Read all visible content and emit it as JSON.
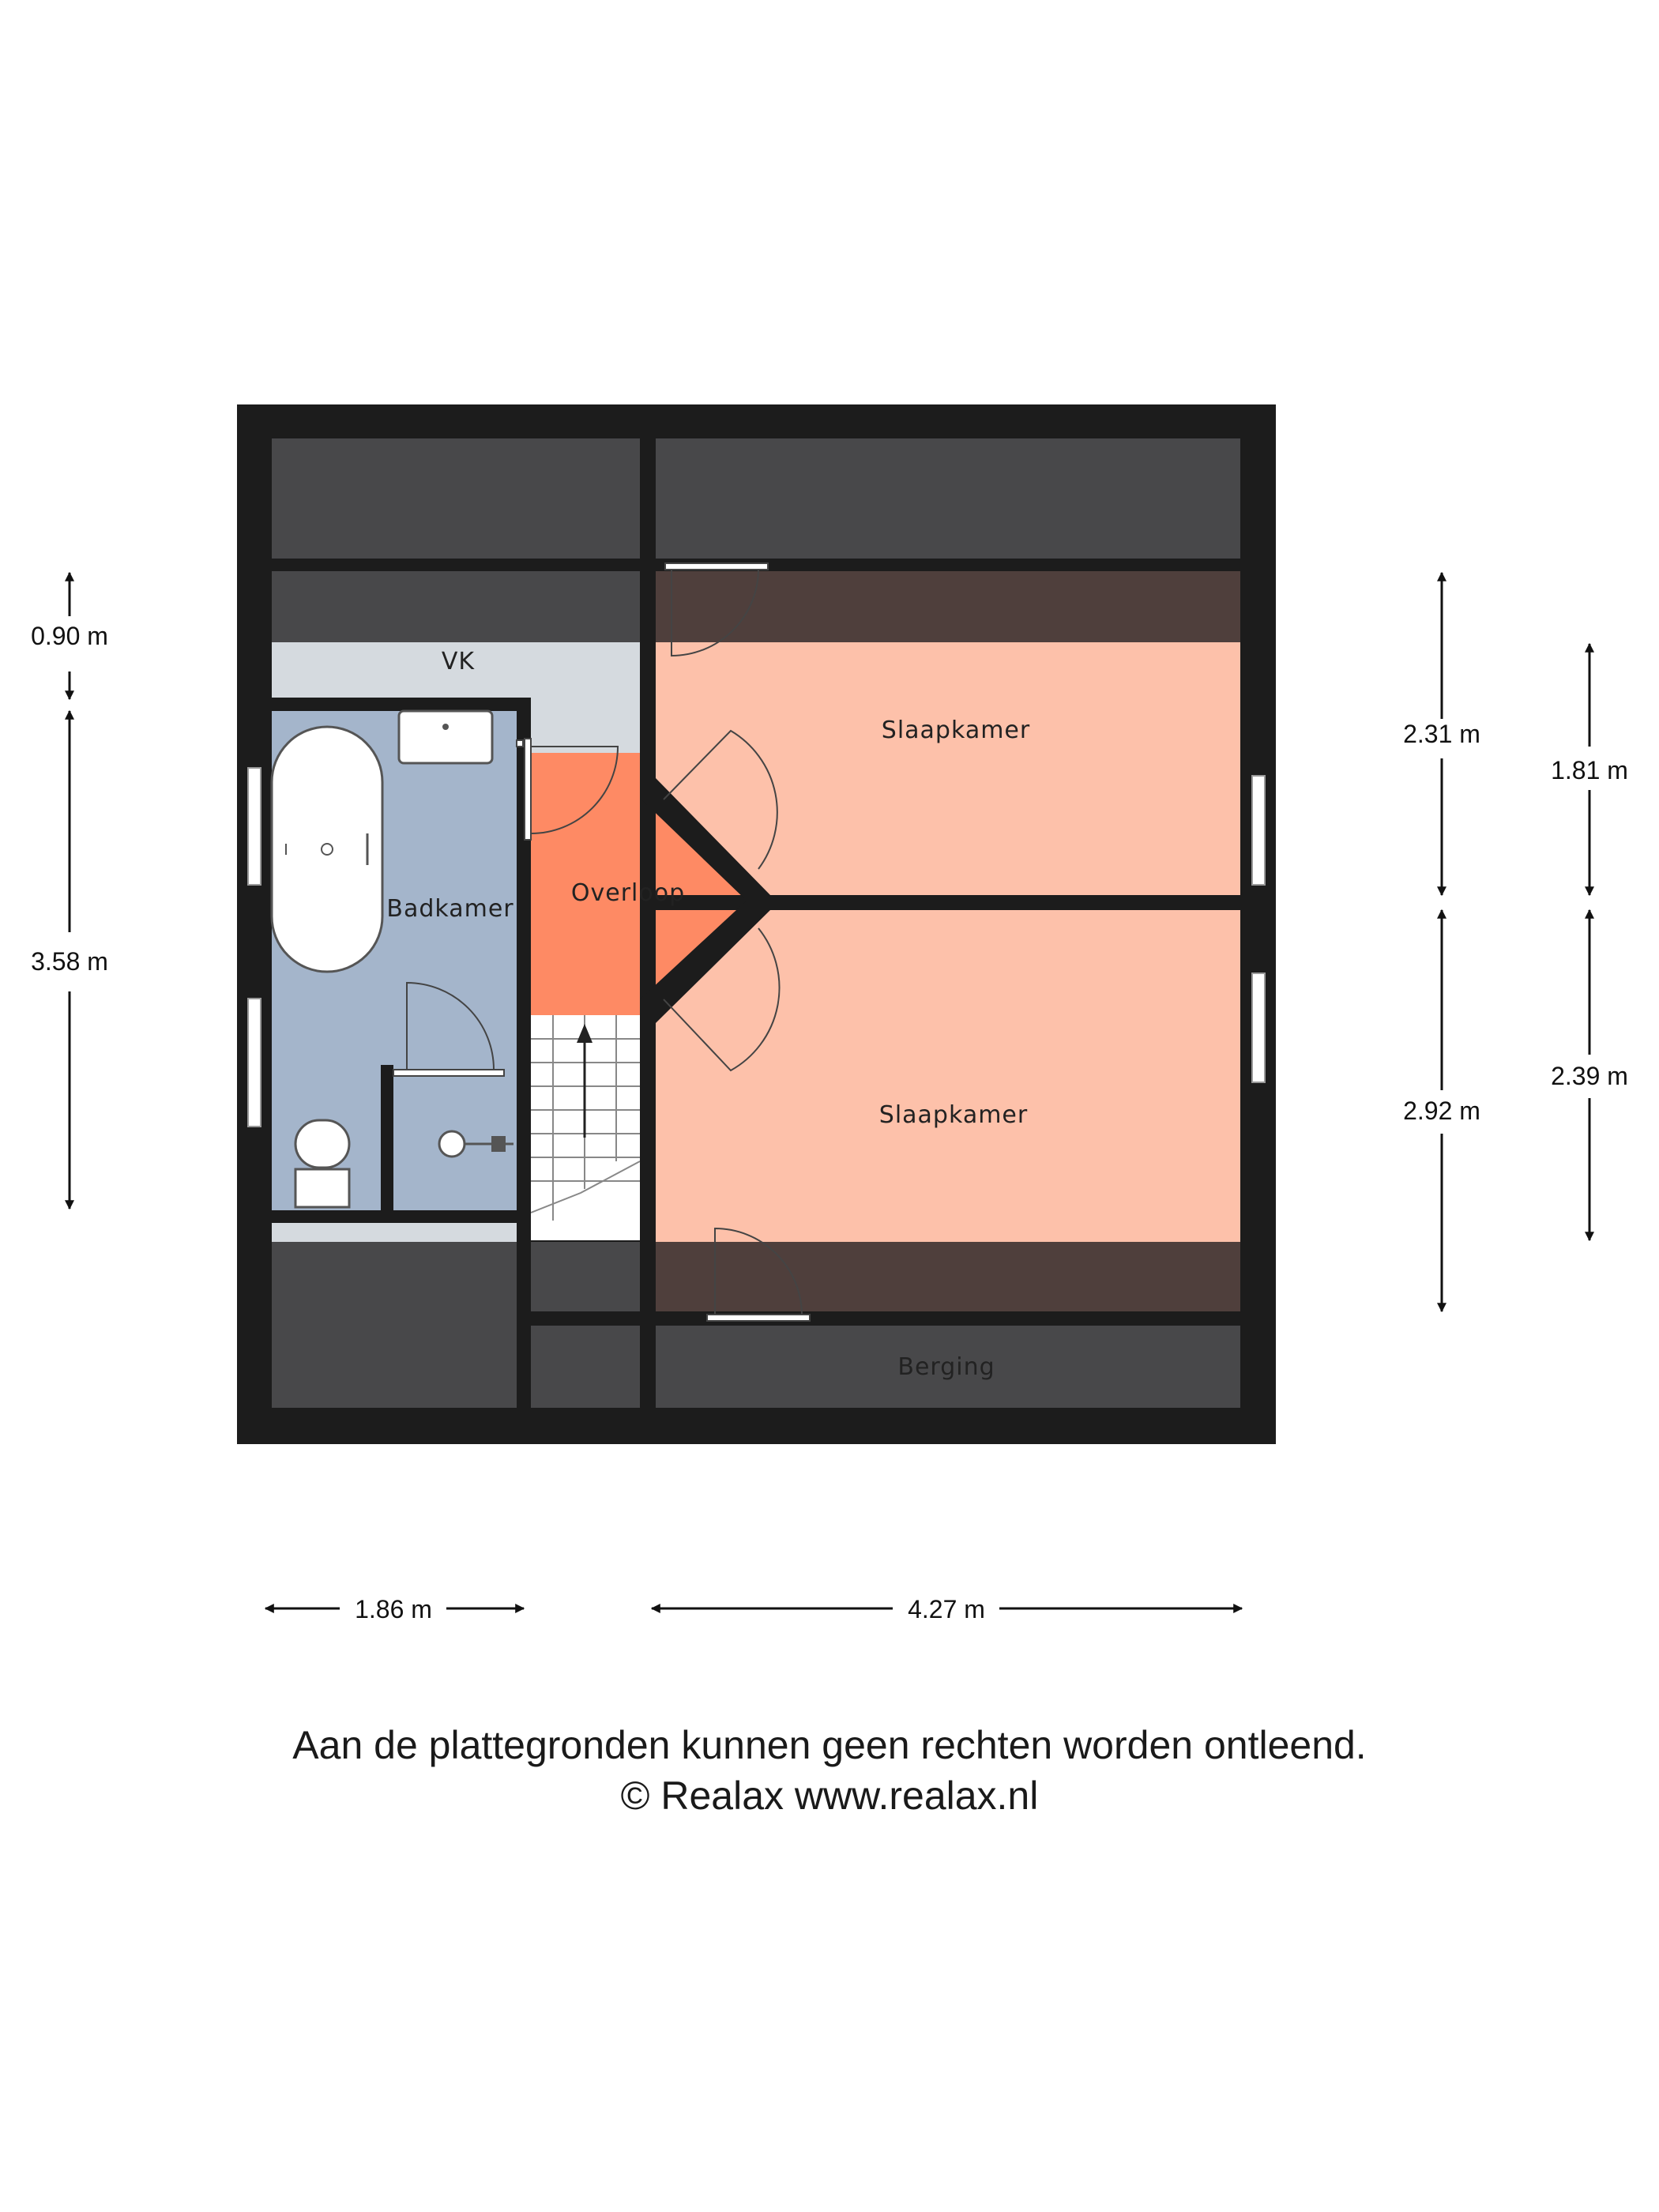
{
  "rooms": {
    "vk": "VK",
    "badkamer": "Badkamer",
    "overloop": "Overloop",
    "slaapkamer_top": "Slaapkamer",
    "slaapkamer_bottom": "Slaapkamer",
    "berging": "Berging"
  },
  "dimensions": {
    "left_top": "0.90 m",
    "left_main": "3.58 m",
    "right_upper": "2.31 m",
    "right_lower": "2.92 m",
    "far_right_upper": "1.81 m",
    "far_right_lower": "2.39 m",
    "bottom_left": "1.86 m",
    "bottom_right": "4.27 m"
  },
  "footer": {
    "disclaimer": "Aan de plattegronden kunnen geen rechten worden ontleend.",
    "copyright": "© Realax www.realax.nl"
  },
  "colors": {
    "wall": "#1c1c1c",
    "eaves": "#48484a",
    "bedroom": "#fdc1aa",
    "landing": "#fe8a64",
    "bathroom": "#a4b5cb",
    "vk": "#d5dadf",
    "bedroom_under_slope": "#4f3f3c"
  }
}
